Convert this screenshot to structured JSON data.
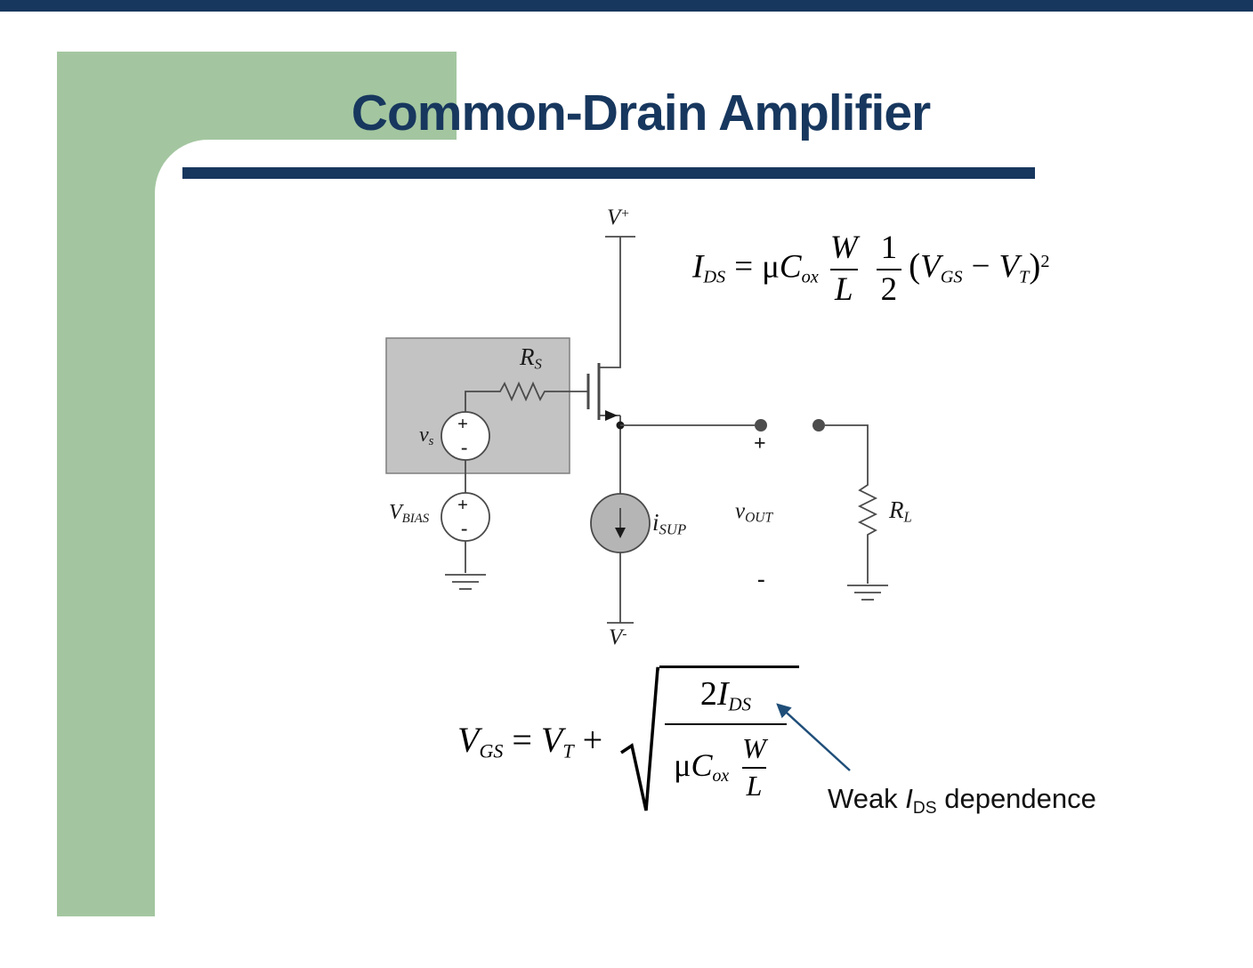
{
  "colors": {
    "navy": "#17375E",
    "green": "#A3C6A0",
    "wire": "#4a4a4a",
    "box-fill": "#c3c3c3",
    "box-border": "#7f7f7f",
    "arrow": "#1F4E79"
  },
  "slide": {
    "title": "Common-Drain Amplifier"
  },
  "circuit": {
    "vplus_base": "V",
    "vplus_sup": "+",
    "vminus_base": "V",
    "vminus_sup": "-",
    "rs_base": "R",
    "rs_sub": "S",
    "vs_base": "v",
    "vs_sub": "s",
    "vbias_base": "V",
    "vbias_sub": "BIAS",
    "isup_base": "i",
    "isup_sub": "SUP",
    "vout_base": "v",
    "vout_sub": "OUT",
    "rl_base": "R",
    "rl_sub": "L",
    "plus": "+",
    "minus": "-"
  },
  "eq_ids": {
    "lhs_base": "I",
    "lhs_sub": "DS",
    "equals": "=",
    "mu": "μ",
    "cox_base": "C",
    "cox_sub": "ox",
    "frac_wl_num": "W",
    "frac_wl_den": "L",
    "frac_half_num": "1",
    "frac_half_den": "2",
    "open_paren": "(",
    "vgs_base": "V",
    "vgs_sub": "GS",
    "minus": "−",
    "vt_base": "V",
    "vt_sub": "T",
    "close_paren": ")",
    "exponent": "2"
  },
  "eq_vgs": {
    "lhs_base": "V",
    "lhs_sub": "GS",
    "equals": "=",
    "vt_base": "V",
    "vt_sub": "T",
    "plus": "+",
    "num_coeff": "2",
    "num_base": "I",
    "num_sub": "DS",
    "den_mu": "μ",
    "den_cox_base": "C",
    "den_cox_sub": "ox",
    "den_frac_num": "W",
    "den_frac_den": "L"
  },
  "annotation": {
    "prefix": "Weak ",
    "ids_base": "I",
    "ids_sub": "DS",
    "suffix": " dependence"
  }
}
